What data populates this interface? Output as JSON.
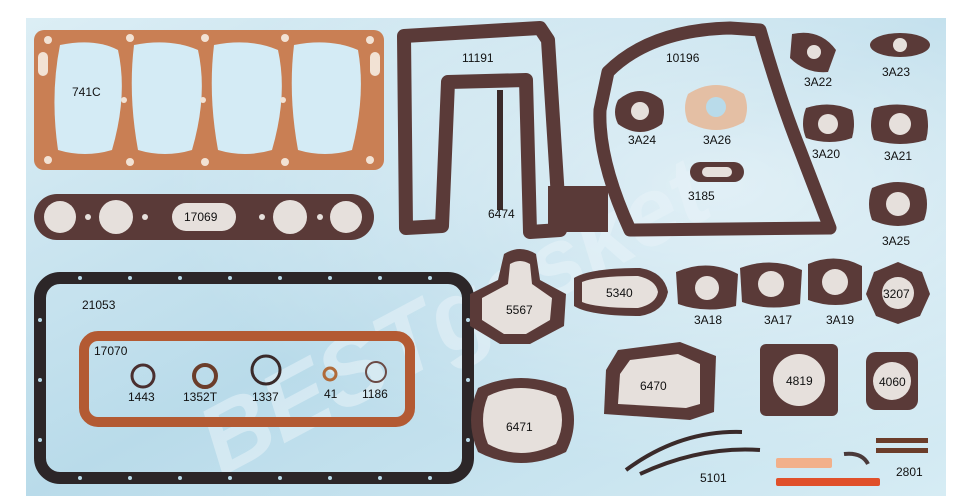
{
  "watermark": {
    "text": "BESTgasket"
  },
  "parts": {
    "head_gasket": "741C",
    "manifold_gasket": "17069",
    "oil_pan_gasket": "21053",
    "seal_set": "17070",
    "seal_1": "1443",
    "seal_2": "1352T",
    "seal_3": "1337",
    "seal_4": "41",
    "seal_5": "1186",
    "front_plate": "11191",
    "strip": "6474",
    "timing_cover": "10196",
    "p_3a22": "3A22",
    "p_3a23": "3A23",
    "p_3a24": "3A24",
    "p_3a26": "3A26",
    "p_3a20": "3A20",
    "p_3a21": "3A21",
    "p_3185": "3185",
    "p_3a25": "3A25",
    "p_5567": "5567",
    "p_5340": "5340",
    "p_3a18": "3A18",
    "p_3a17": "3A17",
    "p_3a19": "3A19",
    "p_3207": "3207",
    "p_6470": "6470",
    "p_4819": "4819",
    "p_4060": "4060",
    "p_6471": "6471",
    "p_5101": "5101",
    "p_2801": "2801"
  },
  "colors": {
    "background": "#c8e3ef",
    "gasket": "#5a3a38",
    "copper": "#c97f54",
    "cork": "#b35a33",
    "hole": "#e6e0dc"
  }
}
